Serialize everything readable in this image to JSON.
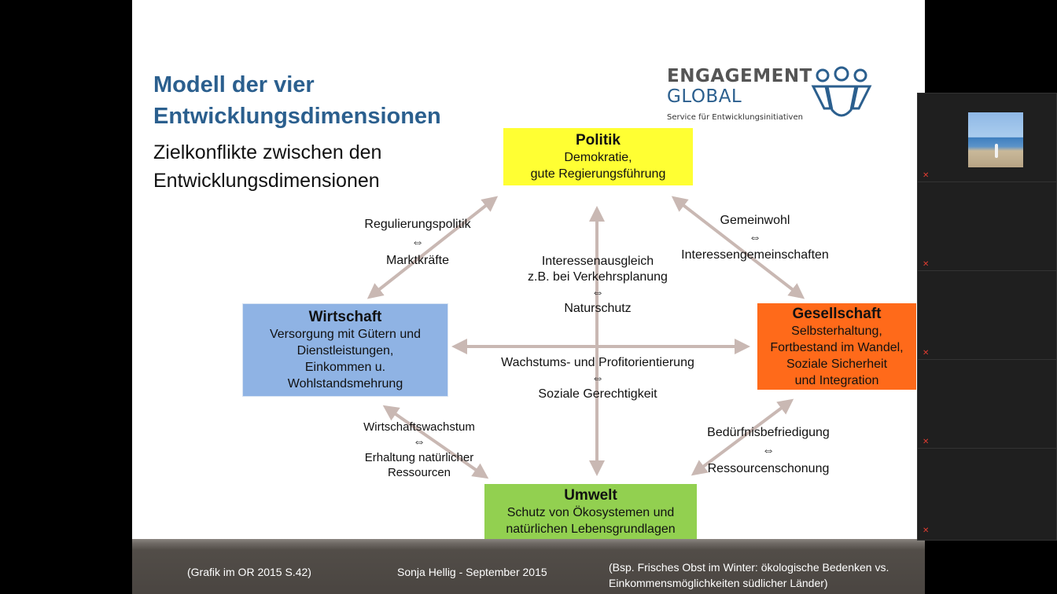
{
  "slide": {
    "title": "Modell der vier Entwicklungsdimensionen",
    "subtitle": "Zielkonflikte zwischen den Entwicklungsdimensionen",
    "logo": {
      "line1": "ENGAGEMENT",
      "line2": "GLOBAL",
      "tagline": "Service für Entwicklungsinitiativen"
    },
    "boxes": {
      "politik": {
        "title": "Politik",
        "line1": "Demokratie,",
        "line2": "gute Regierungsführung",
        "color": "#ffff33"
      },
      "wirtschaft": {
        "title": "Wirtschaft",
        "line1": "Versorgung mit Gütern und",
        "line2": "Dienstleistungen,",
        "line3": "Einkommen u.",
        "line4": "Wohlstandsmehrung",
        "color": "#8fb3e4"
      },
      "gesellschaft": {
        "title": "Gesellschaft",
        "line1": "Selbsterhaltung,",
        "line2": "Fortbestand im Wandel,",
        "line3": "Soziale Sicherheit",
        "line4": "und Integration",
        "color": "#ff6a1a"
      },
      "umwelt": {
        "title": "Umwelt",
        "line1": "Schutz von Ökosystemen und",
        "line2": "natürlichen Lebensgrundlagen",
        "color": "#92d050"
      }
    },
    "conflicts": {
      "wp": {
        "a": "Regulierungspolitik",
        "sym": "⇔",
        "b": "Marktkräfte"
      },
      "pg": {
        "a": "Gemeinwohl",
        "sym": "⇔",
        "b": "Interessengemeinschaften"
      },
      "center": {
        "a": "Interessenausgleich",
        "a2": "z.B. bei Verkehrsplanung",
        "sym": "⇔",
        "b": "Naturschutz"
      },
      "wg": {
        "a": "Wachstums- und Profitorientierung",
        "sym": "⇔",
        "b": "Soziale Gerechtigkeit"
      },
      "wu": {
        "a": "Wirtschaftswachstum",
        "sym": "⇔",
        "b": "Erhaltung natürlicher",
        "b2": "Ressourcen"
      },
      "gu": {
        "a": "Bedürfnisbefriedigung",
        "sym": "⇔",
        "b": "Ressourcenschonung"
      }
    },
    "footer": {
      "left": "(Grafik im OR 2015 S.42)",
      "center": "Sonja Hellig - September 2015",
      "right_line1": "(Bsp. Frisches Obst im Winter: ökologische Bedenken vs.",
      "right_line2": "Einkommensmöglichkeiten südlicher Länder)"
    },
    "arrow_color": "#c9b8b3"
  },
  "participants_panel": {
    "tiles": [
      {
        "has_video": true,
        "muted": true
      },
      {
        "has_video": false,
        "muted": true
      },
      {
        "has_video": false,
        "muted": true
      },
      {
        "has_video": false,
        "muted": true
      },
      {
        "has_video": false,
        "muted": true
      }
    ]
  }
}
